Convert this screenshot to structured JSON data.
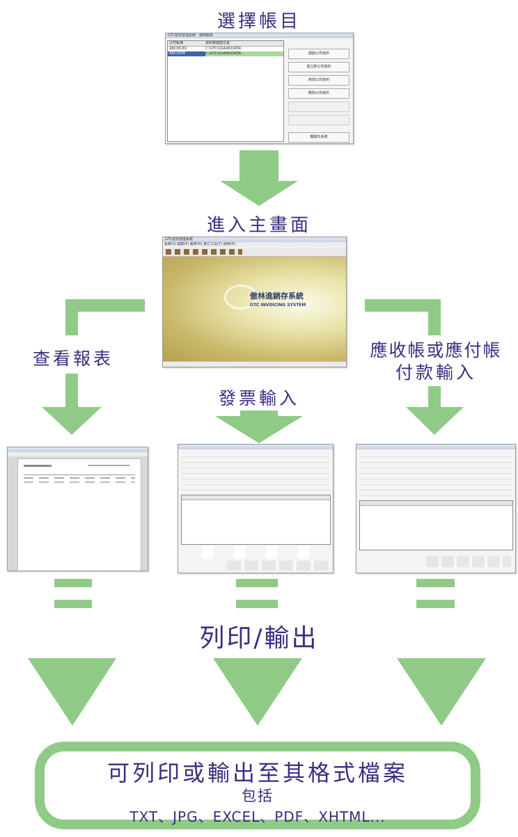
{
  "flow": {
    "step1": "選擇帳目",
    "step2": "進入主畫面",
    "branch_left": "查看報表",
    "branch_center": "發票輸入",
    "branch_right_line1": "應收帳或應付帳",
    "branch_right_line2": "付款輸入",
    "output": "列印/輸出",
    "result_line1": "可列印或輸出至其格式檔案",
    "result_line2": "包括",
    "result_line3": "TXT、JPG、EXCEL、PDF、XHTML..."
  },
  "colors": {
    "arrow": "#8fcb86",
    "text": "#3b2e7e"
  },
  "select_window": {
    "title": "GTC發票管理系統 - 選擇帳目",
    "col_company": "公司帳簿",
    "col_path": "資料庫檔案位置",
    "rows": [
      {
        "company": "ABC08-89",
        "path": "C:\\GTC\\GSA40\\DATA\\"
      },
      {
        "company": "ABC2009",
        "path": "C:\\GTC\\GSA40\\DATA\\"
      }
    ],
    "buttons": [
      "開啟公司資料",
      "建立新公司資料",
      "修改公司資料",
      "刪除公司資料",
      "",
      "",
      "離開本系統"
    ]
  },
  "main_window": {
    "title": "GTC發票管理系統",
    "menu": "系統(S)  檔案(F)  報表(R)  其它工具(T)  說明(H)",
    "logo_cn": "傲林進銷存系統",
    "logo_en": "GTC INVOICING SYSTEM"
  }
}
